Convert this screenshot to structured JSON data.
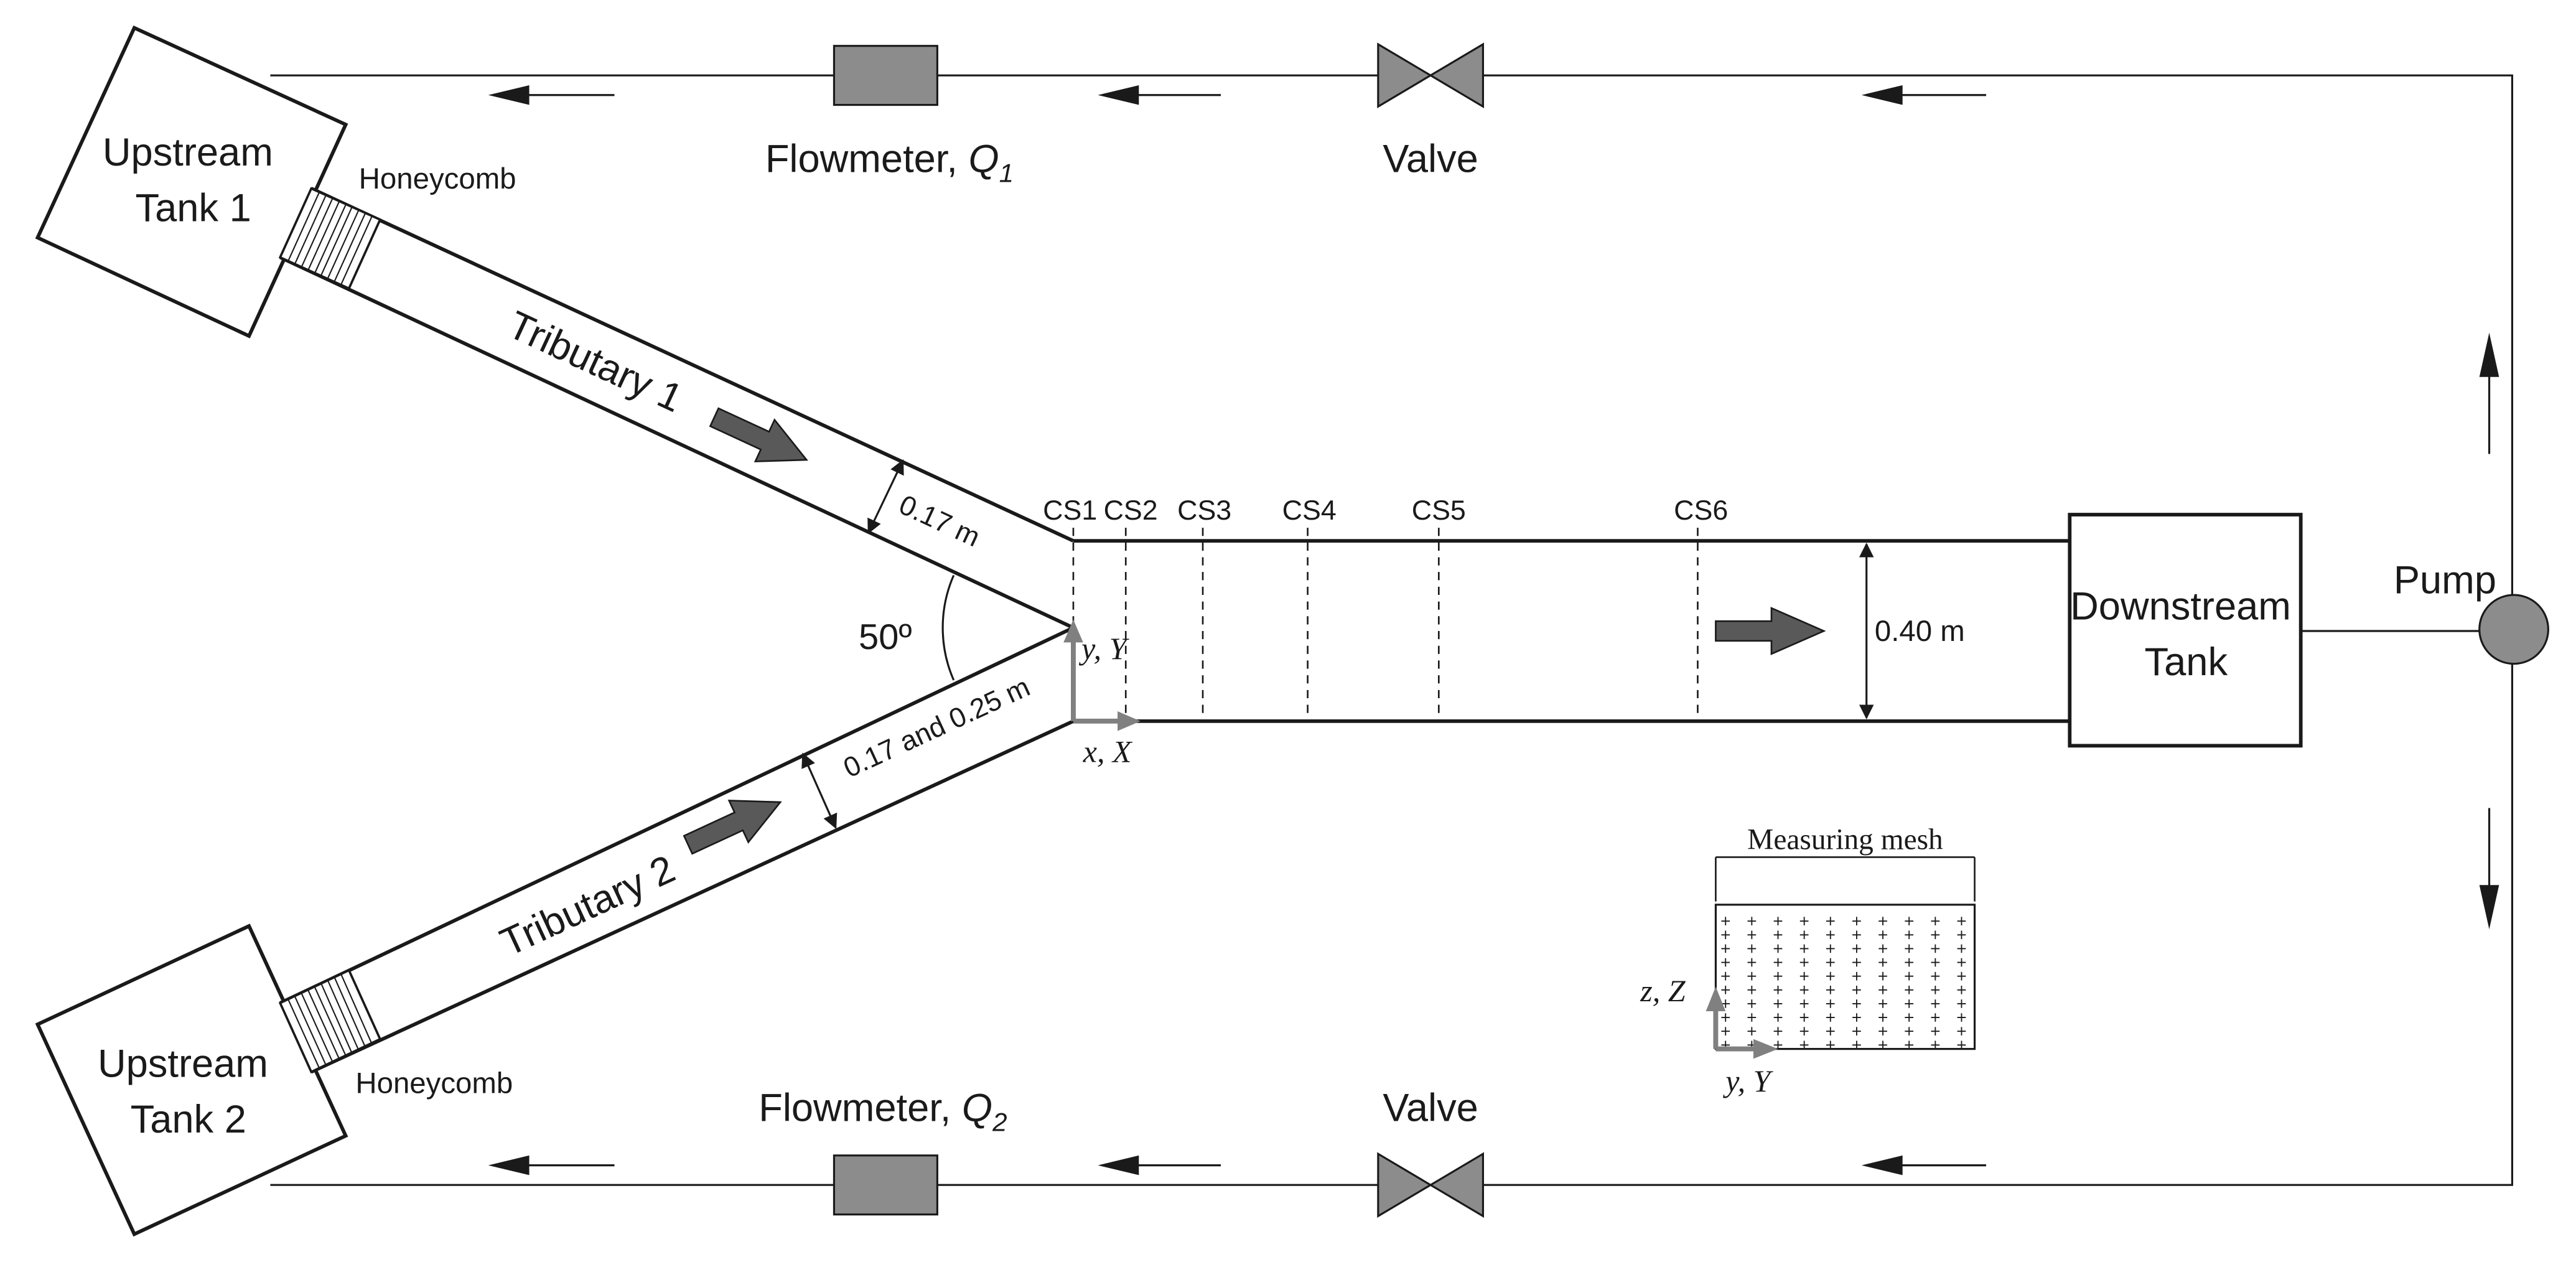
{
  "labels": {
    "upstream_tank_1": [
      "Upstream",
      "Tank 1"
    ],
    "upstream_tank_2": [
      "Upstream",
      "Tank 2"
    ],
    "downstream_tank": [
      "Downstream",
      "Tank"
    ],
    "honeycomb_1": "Honeycomb",
    "honeycomb_2": "Honeycomb",
    "flowmeter_1": "Flowmeter, ",
    "flowmeter_1_symbol": "Q",
    "flowmeter_1_sub": "1",
    "flowmeter_2": "Flowmeter, ",
    "flowmeter_2_symbol": "Q",
    "flowmeter_2_sub": "2",
    "valve_top": "Valve",
    "valve_bottom": "Valve",
    "pump": "Pump",
    "tributary_1": "Tributary 1",
    "tributary_2": "Tributary 2",
    "width_trib_1": "0.17 m",
    "width_trib_2": "0.17 and 0.25 m",
    "width_main": "0.40 m",
    "angle": "50º",
    "axis_y": "y, Y",
    "axis_x": "x, X",
    "mesh_title": "Measuring mesh",
    "mesh_axis_z": "z, Z",
    "mesh_axis_y": "y, Y"
  },
  "cross_sections": [
    "CS1",
    "CS2",
    "CS3",
    "CS4",
    "CS5",
    "CS6"
  ],
  "colors": {
    "line": "#1a1a1a",
    "component_fill": "#8c8c8c",
    "flow_arrow_fill": "#595959",
    "axis_arrow": "#808080"
  }
}
